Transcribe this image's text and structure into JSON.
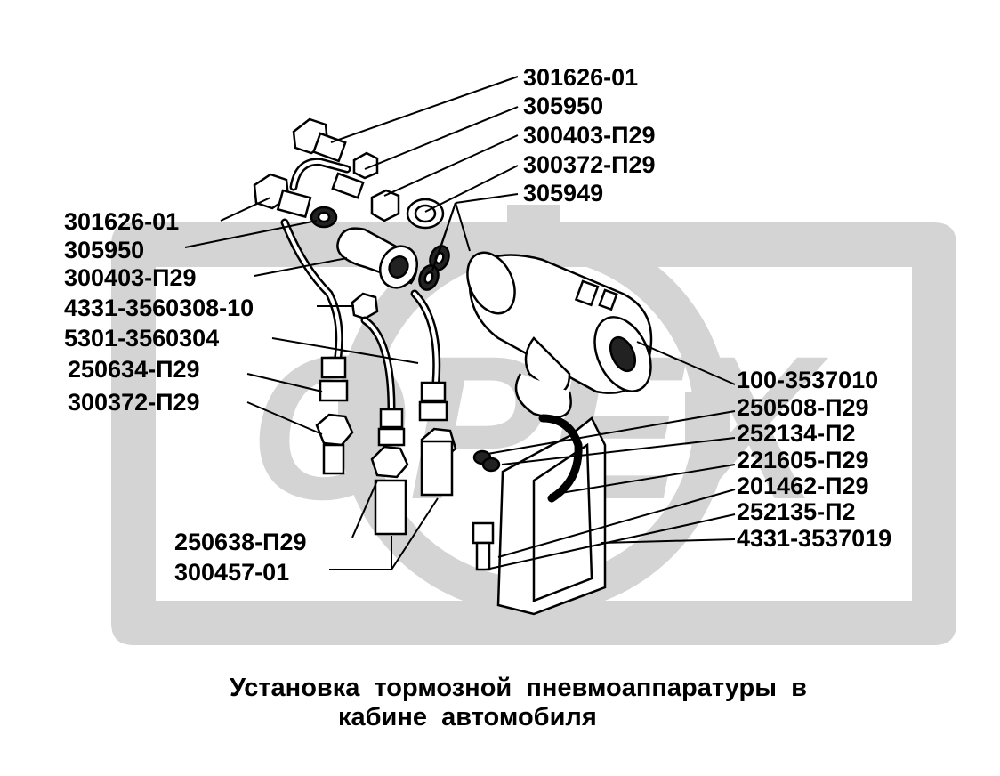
{
  "watermark": {
    "brand_text": "ОРЕХ",
    "color": "#cfcfcf"
  },
  "labels_right_top": [
    "301626-01",
    "305950",
    "300403-П29",
    "300372-П29",
    "305949"
  ],
  "labels_left": [
    "301626-01",
    "305950",
    "300403-П29",
    "4331-3560308-10",
    "5301-3560304",
    "250634-П29",
    "300372-П29"
  ],
  "labels_right_bottom": [
    "100-3537010",
    "250508-П29",
    "252134-П2",
    "221605-П29",
    "201462-П29",
    "252135-П2",
    "4331-3537019"
  ],
  "labels_bottom_left": [
    "250638-П29",
    "300457-01"
  ],
  "caption": {
    "line1": "Установка  тормозной  пневмоаппаратуры  в",
    "line2": "кабине  автомобиля"
  }
}
